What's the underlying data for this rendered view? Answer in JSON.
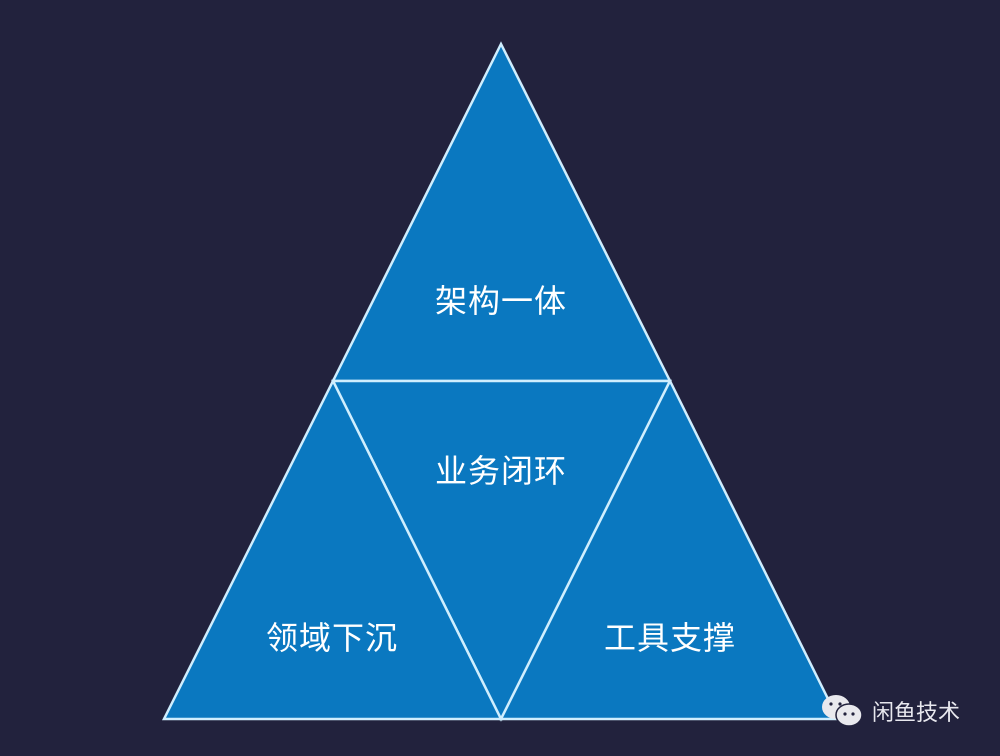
{
  "diagram": {
    "type": "triangle-pyramid",
    "fill_color": "#0a78c0",
    "stroke_color": "#cfeefe",
    "background_color": "#22223d",
    "segments": [
      {
        "position": "top",
        "label": "架构一体"
      },
      {
        "position": "center",
        "label": "业务闭环"
      },
      {
        "position": "bottom-left",
        "label": "领域下沉"
      },
      {
        "position": "bottom-right",
        "label": "工具支撑"
      }
    ]
  },
  "watermark": {
    "icon": "wechat-icon",
    "text": "闲鱼技术"
  }
}
